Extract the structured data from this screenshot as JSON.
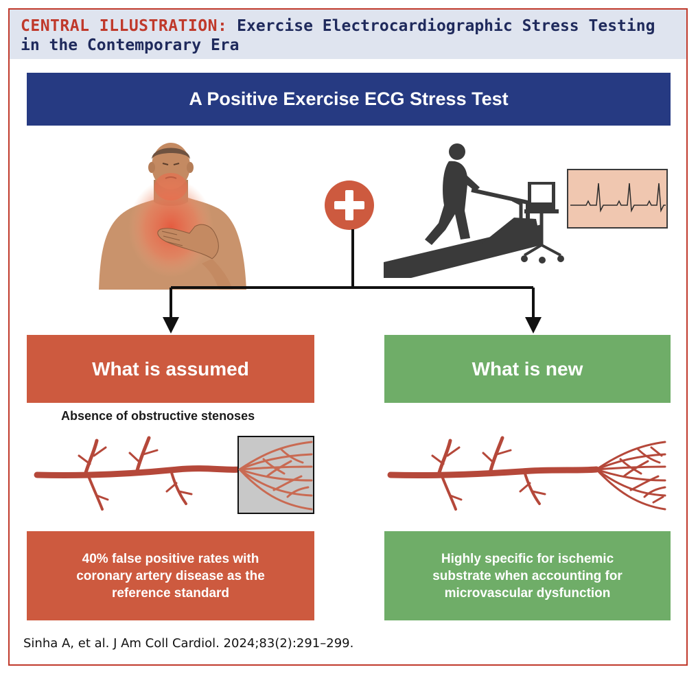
{
  "header": {
    "tag": "CENTRAL ILLUSTRATION:",
    "title": "Exercise Electrocardiographic Stress Testing in the Contemporary Era"
  },
  "banner": {
    "title": "A Positive Exercise ECG Stress Test"
  },
  "figures": {
    "person_icon": "patient-chest-pain",
    "plus_icon": "plus-circle",
    "treadmill_icon": "treadmill-ecg"
  },
  "left_branch": {
    "heading": "What is assumed",
    "vessel_label": "Absence of obstructive stenoses",
    "finding": "40% false positive rates with coronary artery disease as the reference standard"
  },
  "right_branch": {
    "heading": "What is new",
    "finding": "Highly specific for ischemic substrate when accounting for microvascular dysfunction"
  },
  "citation": "Sinha A, et al. J Am Coll Cardiol. 2024;83(2):291–299.",
  "colors": {
    "banner": "#263a82",
    "assumed": "#cd5a3f",
    "new": "#6fad68",
    "accent_red": "#c0392b",
    "vessel": "#b5483a"
  }
}
